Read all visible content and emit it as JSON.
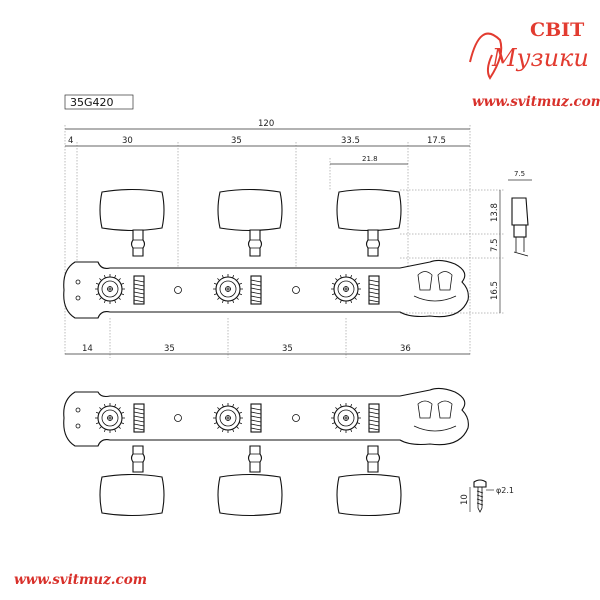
{
  "logo": {
    "top_text": "СВІТ",
    "script_text": "Музики",
    "url": "www.svitmuz.com"
  },
  "model": "35G420",
  "dimensions": {
    "overall": "120",
    "d4": "4",
    "d30": "30",
    "d35a": "35",
    "d33_5": "33.5",
    "d17_5": "17.5",
    "d21_8": "21.8",
    "d7_5_width": "7.5",
    "d13_8": "13.8",
    "d7_5_height": "7.5",
    "d16_5": "16.5",
    "d14": "14",
    "d35b": "35",
    "d35c": "35",
    "d36": "36",
    "screw_dia": "φ2.1",
    "screw_len": "10"
  },
  "footer_url": "www.svitmuz.com",
  "colors": {
    "brand": "#e23b30",
    "line": "#111111"
  }
}
